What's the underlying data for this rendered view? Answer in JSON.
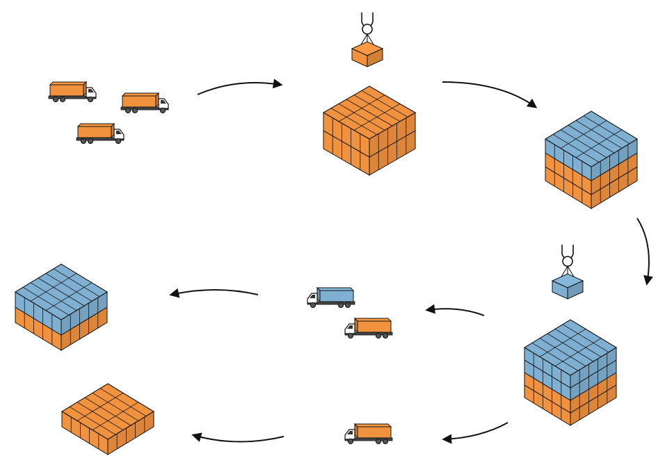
{
  "colors": {
    "orange": "#f0923e",
    "blue": "#7fafd1",
    "outline": "#111111",
    "truck_cab": "#ffffff",
    "wheel": "#555555",
    "background": "#ffffff"
  },
  "stages": [
    {
      "id": "trucks-arriving",
      "icon": "truck-icon",
      "truck_count": 3,
      "cargo": [
        "orange",
        "orange",
        "orange"
      ]
    },
    {
      "id": "crane-loading-orange",
      "icon": "crane-icon",
      "stack_layers": [
        "orange",
        "orange"
      ]
    },
    {
      "id": "stack-orange-blue",
      "icon": "container-stack-icon",
      "stack_layers": [
        "orange",
        "orange",
        "blue"
      ]
    },
    {
      "id": "crane-loading-blue",
      "icon": "crane-icon",
      "stack_layers": [
        "orange",
        "orange",
        "blue",
        "blue"
      ]
    },
    {
      "id": "trucks-departing",
      "icon": "truck-icon",
      "truck_count": 2,
      "cargo": [
        "blue",
        "orange"
      ]
    },
    {
      "id": "stack-remaining",
      "icon": "container-stack-icon",
      "stack_layers": [
        "orange",
        "blue"
      ]
    },
    {
      "id": "truck-single",
      "icon": "truck-icon",
      "truck_count": 1,
      "cargo": [
        "orange"
      ]
    },
    {
      "id": "stack-final",
      "icon": "container-stack-icon",
      "stack_layers": [
        "orange"
      ]
    }
  ],
  "flow_arrows": [
    {
      "from": "trucks-arriving",
      "to": "crane-loading-orange"
    },
    {
      "from": "crane-loading-orange",
      "to": "stack-orange-blue"
    },
    {
      "from": "stack-orange-blue",
      "to": "crane-loading-blue"
    },
    {
      "from": "crane-loading-blue",
      "to": "trucks-departing"
    },
    {
      "from": "trucks-departing",
      "to": "stack-remaining"
    },
    {
      "from": "crane-loading-blue",
      "to": "truck-single"
    },
    {
      "from": "truck-single",
      "to": "stack-final"
    }
  ]
}
